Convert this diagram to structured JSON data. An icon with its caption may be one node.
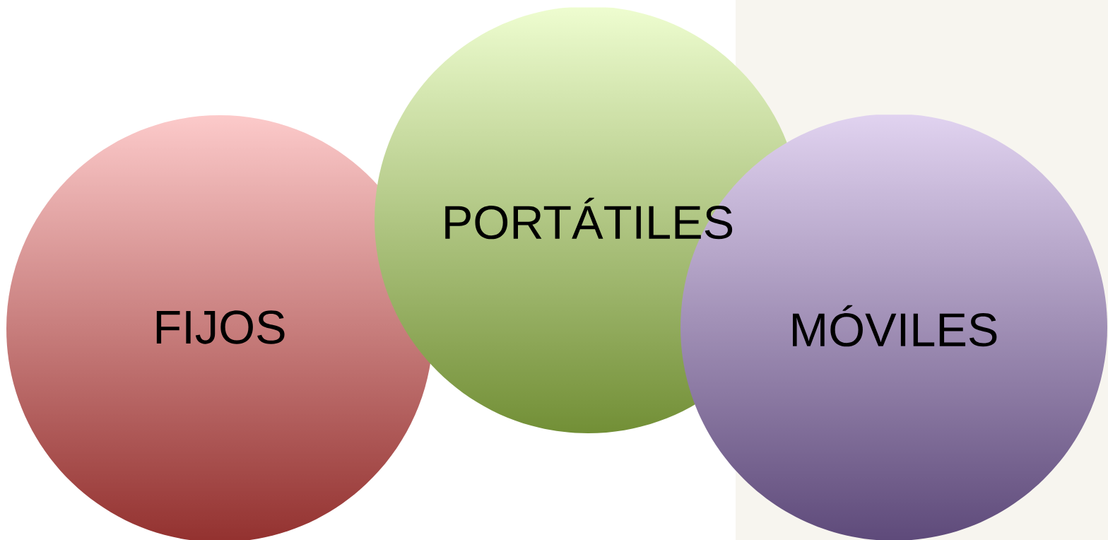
{
  "diagram": {
    "nodes": [
      {
        "text": [
          "FIJOS"
        ]
      },
      {
        "text": [
          "PORTÁTILES"
        ]
      },
      {
        "text": [
          "MÓVILES"
        ]
      }
    ]
  }
}
